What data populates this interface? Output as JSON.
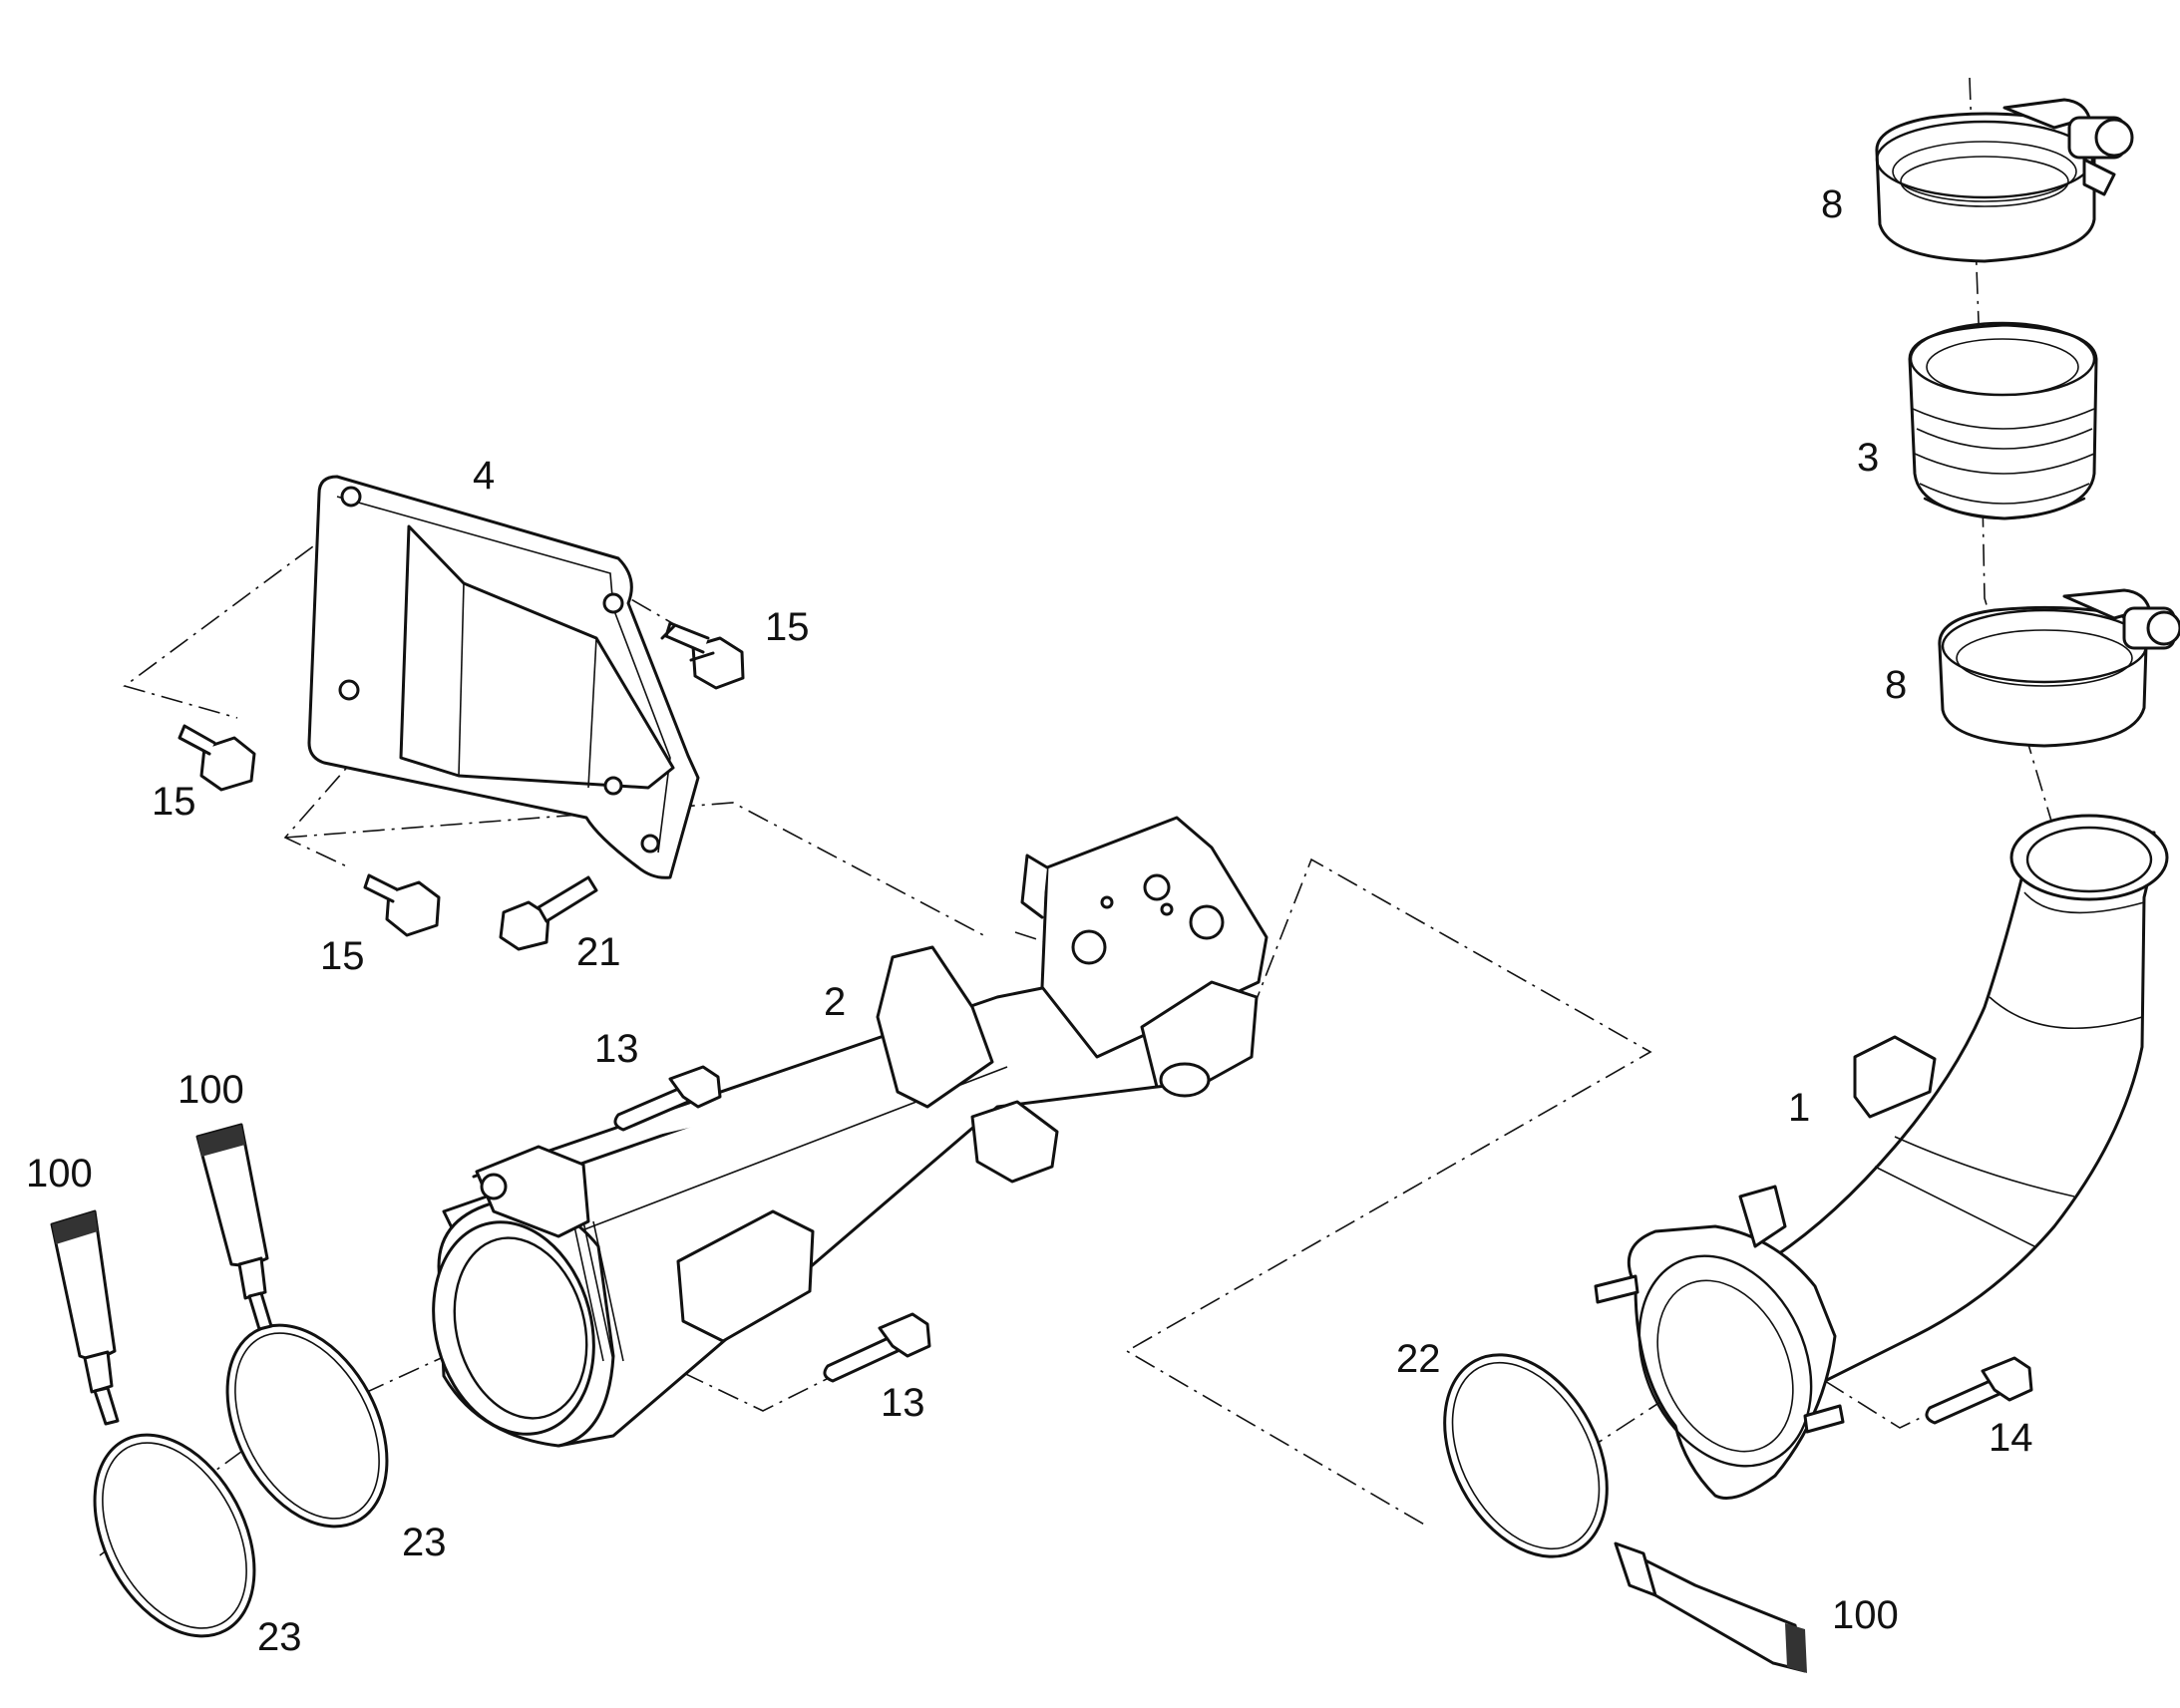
{
  "callouts": {
    "c1": "1",
    "c2": "2",
    "c3": "3",
    "c4": "4",
    "c8a": "8",
    "c8b": "8",
    "c13a": "13",
    "c13b": "13",
    "c14": "14",
    "c15a": "15",
    "c15b": "15",
    "c15c": "15",
    "c21": "21",
    "c22": "22",
    "c23a": "23",
    "c23b": "23",
    "c100a": "100",
    "c100b": "100",
    "c100c": "100"
  }
}
